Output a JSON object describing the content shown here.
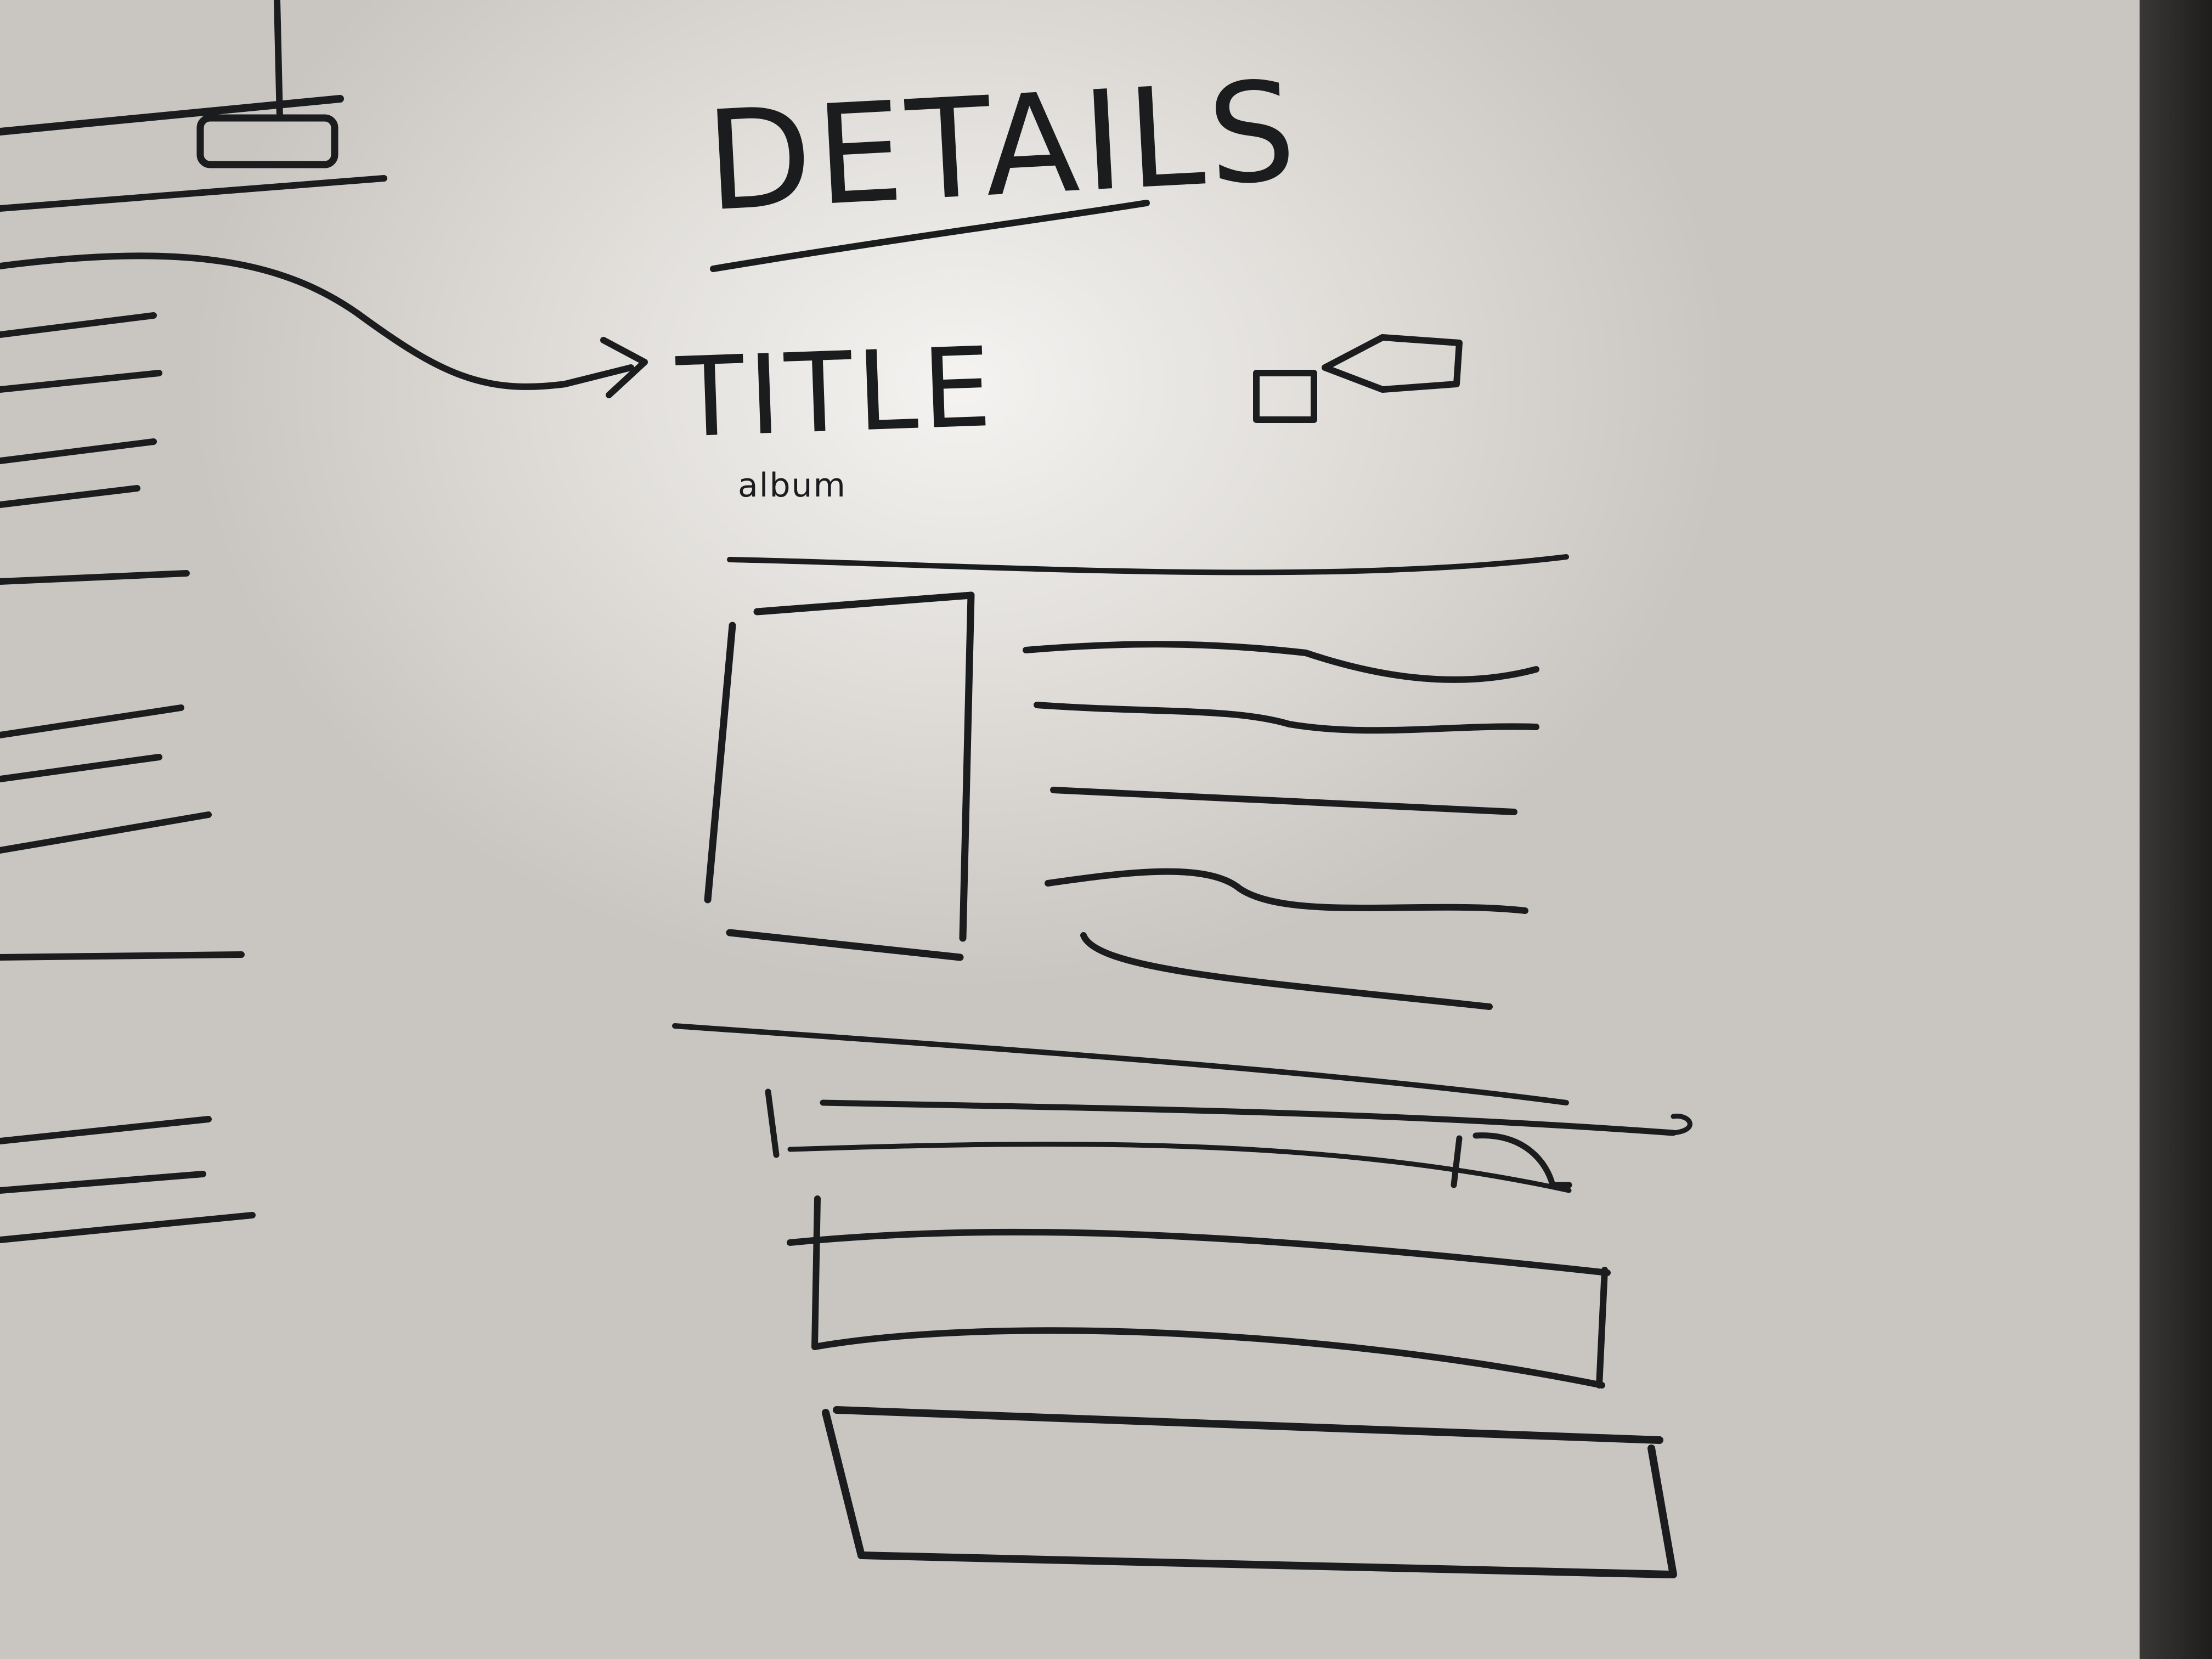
{
  "sketch": {
    "heading": "DETAILS",
    "title": "TITLE",
    "subtitle": "album"
  },
  "colors": {
    "board": "#e9e7e4",
    "marker": "#1b1c1d",
    "frame": "#2a2928"
  }
}
